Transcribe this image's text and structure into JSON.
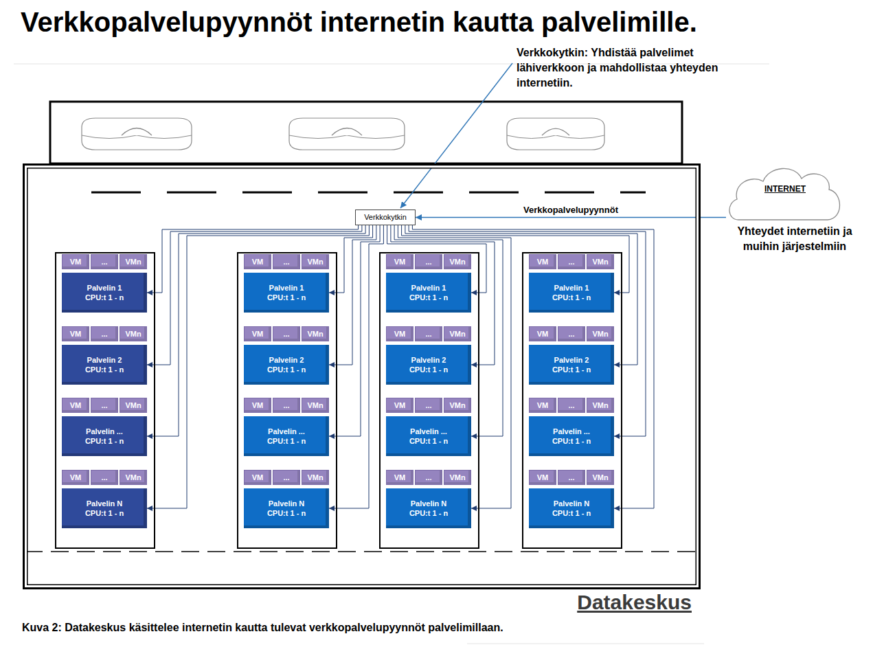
{
  "diagram": {
    "title": "Verkkopalvelupyynnöt internetin kautta palvelimille.",
    "caption": "Kuva 2: Datakeskus käsittelee internetin kautta tulevat verkkopalvelupyynnöt palvelimillaan.",
    "nodes": [
      {
        "text": [
          "Datakeskus"
        ]
      },
      {
        "text": [
          "Verkkokytkin"
        ],
        "in": 0
      },
      {
        "text": [
          "INTERNET",
          "Yhteydet internetiin ja muihin järjestelmiin"
        ]
      },
      {
        "text": [],
        "in": 0
      },
      {
        "text": [
          "VM"
        ],
        "in": 3
      },
      {
        "text": [
          "..."
        ],
        "in": 3
      },
      {
        "text": [
          "VMn"
        ],
        "in": 3
      },
      {
        "text": [
          "Palvelin 1",
          "CPU:t 1 - n"
        ],
        "in": 3
      },
      {
        "text": [
          "VM"
        ],
        "in": 3
      },
      {
        "text": [
          "..."
        ],
        "in": 3
      },
      {
        "text": [
          "VMn"
        ],
        "in": 3
      },
      {
        "text": [
          "Palvelin 2",
          "CPU:t 1 - n"
        ],
        "in": 3
      },
      {
        "text": [
          "VM"
        ],
        "in": 3
      },
      {
        "text": [
          "..."
        ],
        "in": 3
      },
      {
        "text": [
          "VMn"
        ],
        "in": 3
      },
      {
        "text": [
          "Palvelin ...",
          "CPU:t 1 - n"
        ],
        "in": 3
      },
      {
        "text": [
          "VM"
        ],
        "in": 3
      },
      {
        "text": [
          "..."
        ],
        "in": 3
      },
      {
        "text": [
          "VMn"
        ],
        "in": 3
      },
      {
        "text": [
          "Palvelin N",
          "CPU:t 1 - n"
        ],
        "in": 3
      },
      {
        "text": [],
        "in": 0
      },
      {
        "text": [
          "VM"
        ],
        "in": 20
      },
      {
        "text": [
          "..."
        ],
        "in": 20
      },
      {
        "text": [
          "VMn"
        ],
        "in": 20
      },
      {
        "text": [
          "Palvelin 1",
          "CPU:t 1 - n"
        ],
        "in": 20
      },
      {
        "text": [
          "VM"
        ],
        "in": 20
      },
      {
        "text": [
          "..."
        ],
        "in": 20
      },
      {
        "text": [
          "VMn"
        ],
        "in": 20
      },
      {
        "text": [
          "Palvelin 2",
          "CPU:t 1 - n"
        ],
        "in": 20
      },
      {
        "text": [
          "VM"
        ],
        "in": 20
      },
      {
        "text": [
          "..."
        ],
        "in": 20
      },
      {
        "text": [
          "VMn"
        ],
        "in": 20
      },
      {
        "text": [
          "Palvelin ...",
          "CPU:t 1 - n"
        ],
        "in": 20
      },
      {
        "text": [
          "VM"
        ],
        "in": 20
      },
      {
        "text": [
          "..."
        ],
        "in": 20
      },
      {
        "text": [
          "VMn"
        ],
        "in": 20
      },
      {
        "text": [
          "Palvelin N",
          "CPU:t 1 - n"
        ],
        "in": 20
      },
      {
        "text": [],
        "in": 0
      },
      {
        "text": [
          "VM"
        ],
        "in": 37
      },
      {
        "text": [
          "..."
        ],
        "in": 37
      },
      {
        "text": [
          "VMn"
        ],
        "in": 37
      },
      {
        "text": [
          "Palvelin 1",
          "CPU:t 1 - n"
        ],
        "in": 37
      },
      {
        "text": [
          "VM"
        ],
        "in": 37
      },
      {
        "text": [
          "..."
        ],
        "in": 37
      },
      {
        "text": [
          "VMn"
        ],
        "in": 37
      },
      {
        "text": [
          "Palvelin 2",
          "CPU:t 1 - n"
        ],
        "in": 37
      },
      {
        "text": [
          "VM"
        ],
        "in": 37
      },
      {
        "text": [
          "..."
        ],
        "in": 37
      },
      {
        "text": [
          "VMn"
        ],
        "in": 37
      },
      {
        "text": [
          "Palvelin ...",
          "CPU:t 1 - n"
        ],
        "in": 37
      },
      {
        "text": [
          "VM"
        ],
        "in": 37
      },
      {
        "text": [
          "..."
        ],
        "in": 37
      },
      {
        "text": [
          "VMn"
        ],
        "in": 37
      },
      {
        "text": [
          "Palvelin N",
          "CPU:t 1 - n"
        ],
        "in": 37
      },
      {
        "text": [],
        "in": 0
      },
      {
        "text": [
          "VM"
        ],
        "in": 54
      },
      {
        "text": [
          "..."
        ],
        "in": 54
      },
      {
        "text": [
          "VMn"
        ],
        "in": 54
      },
      {
        "text": [
          "Palvelin 1",
          "CPU:t 1 - n"
        ],
        "in": 54
      },
      {
        "text": [
          "VM"
        ],
        "in": 54
      },
      {
        "text": [
          "..."
        ],
        "in": 54
      },
      {
        "text": [
          "VMn"
        ],
        "in": 54
      },
      {
        "text": [
          "Palvelin 2",
          "CPU:t 1 - n"
        ],
        "in": 54
      },
      {
        "text": [
          "VM"
        ],
        "in": 54
      },
      {
        "text": [
          "..."
        ],
        "in": 54
      },
      {
        "text": [
          "VMn"
        ],
        "in": 54
      },
      {
        "text": [
          "Palvelin ...",
          "CPU:t 1 - n"
        ],
        "in": 54
      },
      {
        "text": [
          "VM"
        ],
        "in": 54
      },
      {
        "text": [
          "..."
        ],
        "in": 54
      },
      {
        "text": [
          "VMn"
        ],
        "in": 54
      },
      {
        "text": [
          "Palvelin N",
          "CPU:t 1 - n"
        ],
        "in": 54
      }
    ],
    "edges": [
      {
        "from": 2,
        "to": 1,
        "label": "Verkkopalvelupyynnöt",
        "arrow": "to"
      },
      {
        "from": 1,
        "to": 7,
        "arrow": "to"
      },
      {
        "from": 1,
        "to": 11,
        "arrow": "to"
      },
      {
        "from": 1,
        "to": 15,
        "arrow": "to"
      },
      {
        "from": 1,
        "to": 19,
        "arrow": "to"
      },
      {
        "from": 1,
        "to": 24,
        "arrow": "to"
      },
      {
        "from": 1,
        "to": 28,
        "arrow": "to"
      },
      {
        "from": 1,
        "to": 32,
        "arrow": "to"
      },
      {
        "from": 1,
        "to": 36,
        "arrow": "to"
      },
      {
        "from": 1,
        "to": 41,
        "arrow": "to"
      },
      {
        "from": 1,
        "to": 45,
        "arrow": "to"
      },
      {
        "from": 1,
        "to": 49,
        "arrow": "to"
      },
      {
        "from": 1,
        "to": 53,
        "arrow": "to"
      },
      {
        "from": 1,
        "to": 58,
        "arrow": "to"
      },
      {
        "from": 1,
        "to": 62,
        "arrow": "to"
      },
      {
        "from": 1,
        "to": 66,
        "arrow": "to"
      },
      {
        "from": 1,
        "to": 70,
        "arrow": "to"
      }
    ],
    "labels": [
      "Verkkokytkin: Yhdistää palvelimet lähiverkkoon ja mahdollistaa yhteyden internetiin."
    ]
  }
}
